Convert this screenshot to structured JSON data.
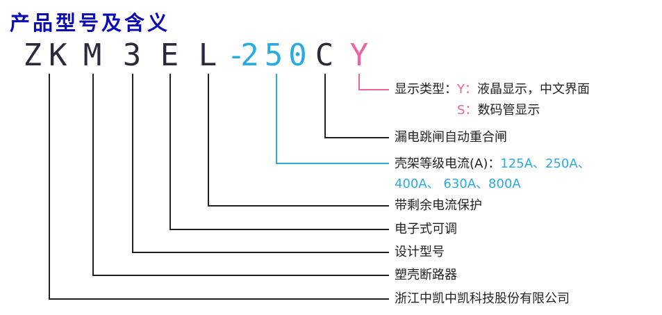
{
  "page": {
    "title": "产品型号及含义"
  },
  "model_code": {
    "zk": "ZK",
    "m": "M",
    "design": "3",
    "e": "E",
    "l": "L",
    "dash": "-",
    "current": "250",
    "c": "C",
    "y": "Y"
  },
  "legend": {
    "display_type": {
      "prefix": "显示类型：",
      "y_key": "Y：",
      "y_desc": "液晶显示，中文界面",
      "s_key": "S：",
      "s_desc": "数码管显示"
    },
    "auto_reclose": "漏电跳闸自动重合闸",
    "frame_current": {
      "prefix": "壳架等级电流(A)：",
      "values_line1": "125A、250A、",
      "values_line2": "400A、 630A、800A"
    },
    "residual_protection": "带剩余电流保护",
    "electronic_adjustable": "电子式可调",
    "design_model": "设计型号",
    "mccb": "塑壳断路器",
    "company": "浙江中凯中凯科技股份有限公司"
  },
  "colors": {
    "title_blue": "#0a0ab9",
    "text_dark": "#231f20",
    "model_dark": "#2b2b3b",
    "accent_cyan": "#29abe2",
    "accent_pink": "#f2619f"
  }
}
